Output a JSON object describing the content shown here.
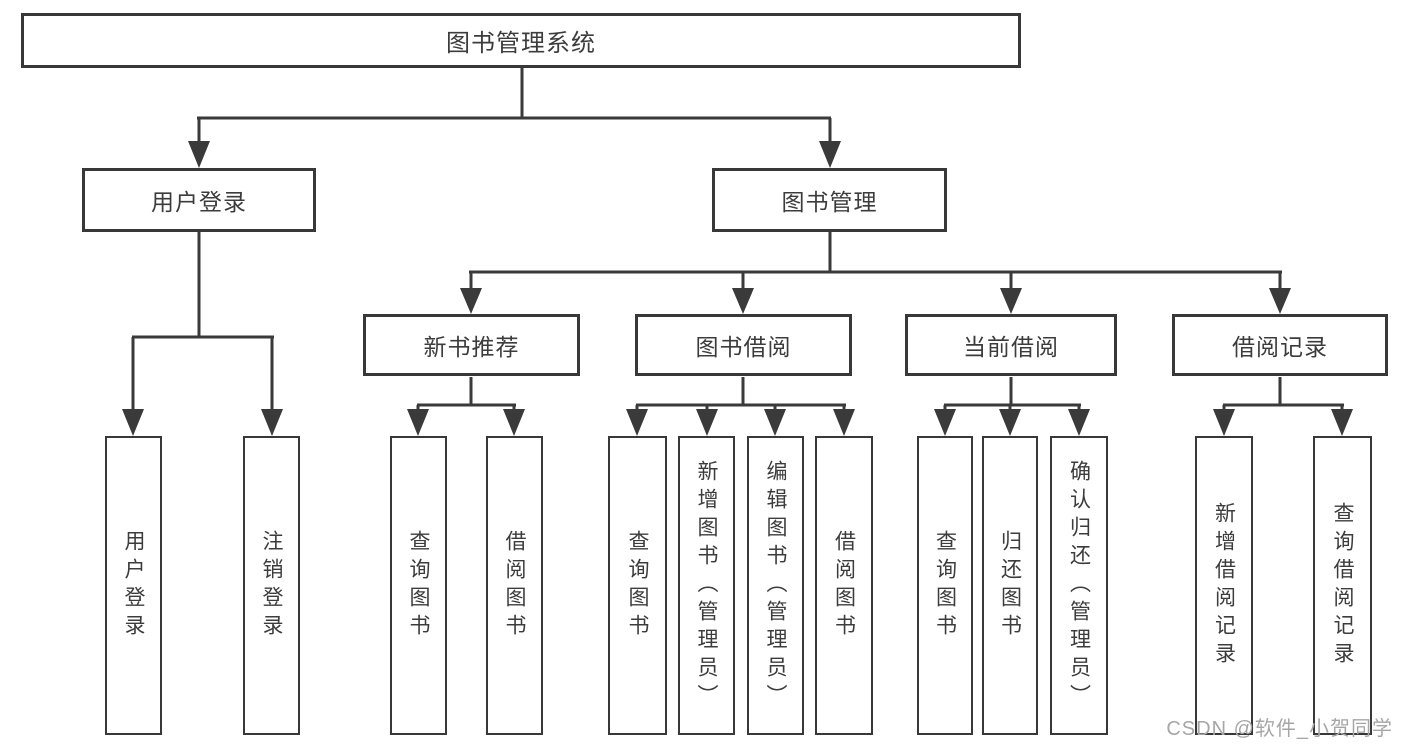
{
  "colors": {
    "line": "#3a3a3a",
    "box_border": "#383838",
    "box_fill": "#ffffff",
    "text": "#3c3c3c",
    "watermark_text_color": "#a6a6a6",
    "background": "#ffffff"
  },
  "diagram": {
    "type": "tree",
    "root": {
      "label": "图书管理系统"
    },
    "level2": [
      {
        "label": "用户登录",
        "parent": "图书管理系统"
      },
      {
        "label": "图书管理",
        "parent": "图书管理系统"
      }
    ],
    "level3": [
      {
        "label": "新书推荐",
        "parent": "图书管理"
      },
      {
        "label": "图书借阅",
        "parent": "图书管理"
      },
      {
        "label": "当前借阅",
        "parent": "图书管理"
      },
      {
        "label": "借阅记录",
        "parent": "图书管理"
      }
    ],
    "leaves": [
      {
        "label": "用户登录",
        "parent": "用户登录"
      },
      {
        "label": "注销登录",
        "parent": "用户登录"
      },
      {
        "label": "查询图书",
        "parent": "新书推荐"
      },
      {
        "label": "借阅图书",
        "parent": "新书推荐"
      },
      {
        "label": "查询图书",
        "parent": "图书借阅"
      },
      {
        "label": "新增图书（管理员）",
        "parent": "图书借阅"
      },
      {
        "label": "编辑图书（管理员）",
        "parent": "图书借阅"
      },
      {
        "label": "借阅图书",
        "parent": "图书借阅"
      },
      {
        "label": "查询图书",
        "parent": "当前借阅"
      },
      {
        "label": "归还图书",
        "parent": "当前借阅"
      },
      {
        "label": "确认归还（管理员）",
        "parent": "当前借阅"
      },
      {
        "label": "新增借阅记录",
        "parent": "借阅记录"
      },
      {
        "label": "查询借阅记录",
        "parent": "借阅记录"
      }
    ]
  },
  "watermark": {
    "text": "CSDN @软件_小贺同学"
  }
}
